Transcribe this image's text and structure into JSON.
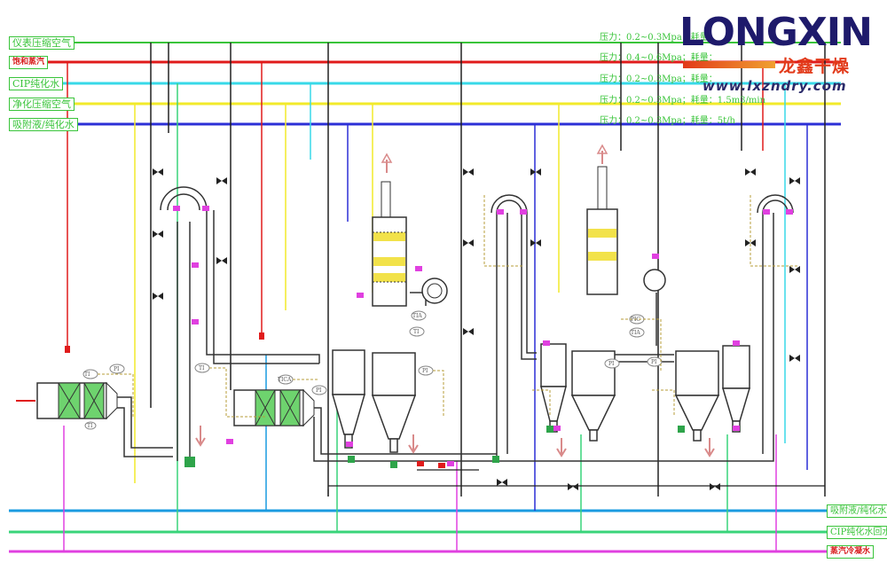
{
  "header_lines": [
    {
      "label": "仪表压缩空气",
      "spec": "压力：0.2~0.3Mpa；耗量：",
      "color": "#39c43a"
    },
    {
      "label": "饱和蒸汽",
      "spec": "压力：0.4~0.6Mpa；耗量：",
      "color": "#e01b1b"
    },
    {
      "label": "CIP纯化水",
      "spec": "压力：0.2~0.3Mpa；耗量：",
      "color": "#38d9e8"
    },
    {
      "label": "净化压缩空气",
      "spec": "压力：0.2~0.3Mpa；耗量：1.5m3/min",
      "color": "#f2ea2a"
    },
    {
      "label": "吸附液/纯化水",
      "spec": "压力：0.2~0.3Mpa；耗量：5t/h",
      "color": "#2c2fd6"
    }
  ],
  "footer_lines": [
    {
      "label": "吸附液/纯化水",
      "color": "#1a9be0"
    },
    {
      "label": "CIP纯化水回水",
      "color": "#39d47a"
    },
    {
      "label": "蒸汽冷凝水",
      "color": "#e040e0"
    }
  ],
  "instrument_tags": [
    "TI",
    "PI",
    "TI",
    "TICA",
    "PI",
    "TIA",
    "TI",
    "PI",
    "PI",
    "PIC",
    "TIA",
    "PI",
    "TI"
  ],
  "logo": {
    "brand": "LONGXIN",
    "brand_cn": "龙鑫干燥",
    "url": "www.lxzndry.com"
  },
  "colors": {
    "instrument_air": "#39c43a",
    "steam": "#e01b1b",
    "cip_water": "#38d9e8",
    "clean_air": "#f2ea2a",
    "adsorption_liquid": "#2c2fd6",
    "return_blue": "#1a9be0",
    "cip_return": "#39d47a",
    "condensate": "#e040e0",
    "process_pipe": "#222222"
  }
}
